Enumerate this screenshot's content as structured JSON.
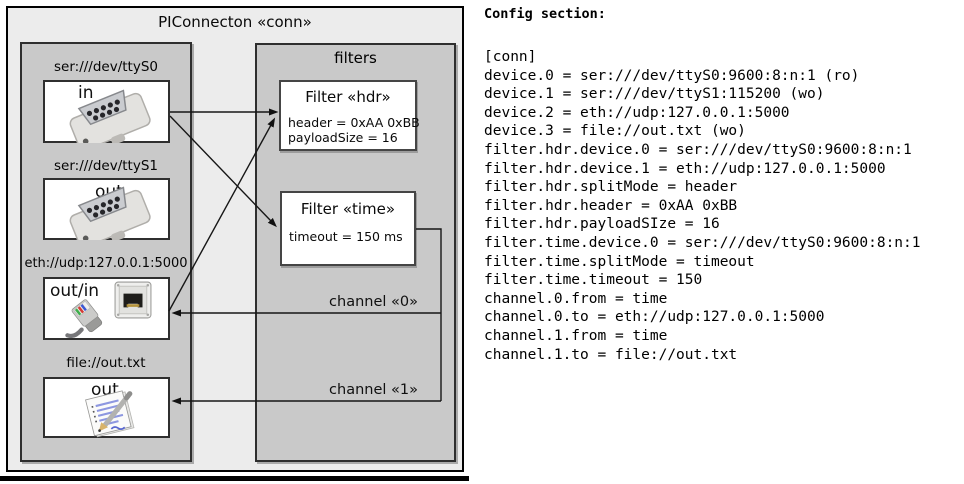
{
  "diagram": {
    "title": "PIConnecton «conn»",
    "devices_group": {
      "items": [
        {
          "uri": "ser:///dev/ttyS0",
          "direction": "in",
          "icon": "serial-connector"
        },
        {
          "uri": "ser:///dev/ttyS1",
          "direction": "out",
          "icon": "serial-connector"
        },
        {
          "uri": "eth://udp:127.0.0.1:5000",
          "direction": "out/in",
          "icon": "ethernet-connector"
        },
        {
          "uri": "file://out.txt",
          "direction": "out",
          "icon": "notepad-file"
        }
      ]
    },
    "filters_group": {
      "title": "filters",
      "items": [
        {
          "title": "Filter «hdr»",
          "properties": [
            "header = 0xAA 0xBB",
            "payloadSize = 16"
          ]
        },
        {
          "title": "Filter «time»",
          "properties": [
            "timeout = 150 ms"
          ]
        }
      ]
    },
    "channels": [
      {
        "label": "channel «0»"
      },
      {
        "label": "channel «1»"
      }
    ]
  },
  "config": {
    "heading": "Config section:",
    "lines": [
      "[conn]",
      "device.0 = ser:///dev/ttyS0:9600:8:n:1 (ro)",
      "device.1 = ser:///dev/ttyS1:115200 (wo)",
      "device.2 = eth://udp:127.0.0.1:5000",
      "device.3 = file://out.txt (wo)",
      "filter.hdr.device.0 = ser:///dev/ttyS0:9600:8:n:1",
      "filter.hdr.device.1 = eth://udp:127.0.0.1:5000",
      "filter.hdr.splitMode = header",
      "filter.hdr.header = 0xAA 0xBB",
      "filter.hdr.payloadSIze = 16",
      "filter.time.device.0 = ser:///dev/ttyS0:9600:8:n:1",
      "filter.time.splitMode = timeout",
      "filter.time.timeout = 150",
      "channel.0.from = time",
      "channel.0.to = eth://udp:127.0.0.1:5000",
      "channel.1.from = time",
      "channel.1.to = file://out.txt"
    ]
  },
  "colors": {
    "outer_bg": "#ececec",
    "group_bg": "#c9c9c9",
    "node_bg": "#ffffff",
    "line": "#161616"
  }
}
